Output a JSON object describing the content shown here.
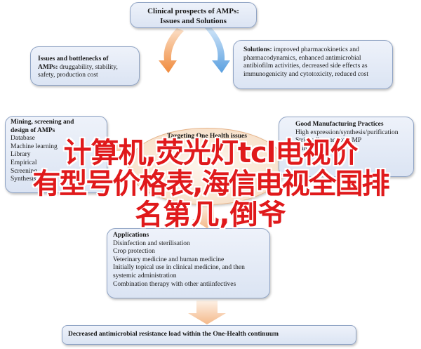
{
  "top": {
    "title": "Clinical prospects of AMPs:",
    "subtitle": "Issues and Solutions"
  },
  "issues": {
    "title": "Issues and bottlenecks of",
    "lead": "AMPs:",
    "rest": " druggability, stability,",
    "line3": "safety, production cost"
  },
  "solutions": {
    "lead": "Solutions:",
    "rest": " improved pharmacokinetics and",
    "lines": [
      "pharmacodynamics, enhanced antimicrobial",
      "antibiofilm activities, decreased side effects as",
      "immunogenicity and cytotoxicity, reduced cost"
    ]
  },
  "mining": {
    "title_1": "Mining, screening and",
    "title_2": "design of AMPs",
    "lines": [
      "Database",
      "Machine learning",
      "Library",
      "Empirical",
      "Screening",
      "Synthesis"
    ]
  },
  "onehealth": {
    "title": "Targeting One Health issues"
  },
  "good": {
    "title": "Good Manufacturing Practices",
    "lines": [
      "High expression/synthesis/purification",
      "Strict adherence to GMP",
      "Clinical trials"
    ]
  },
  "applications": {
    "title": "Applications",
    "lines": [
      "Disinfection and sterilisation",
      "Crop protection",
      "Veterinary medicine and human medicine",
      "Initially topical use in clinical medicine, and then",
      "systemic administration",
      "Combination therapy with other antiinfectives"
    ]
  },
  "bottom": {
    "title": "Decreased antimicrobial resistance load within the One-Health continuum"
  },
  "overlay": {
    "line1": "计算机,荧光灯tcl电视价",
    "line2": "有型号价格表,海信电视全国排",
    "line3": "名第几,倒爷"
  },
  "colors": {
    "box_fill": "#dbe4f3",
    "box_border": "#8fa3c4",
    "arrow_orange": "#f08a3c",
    "arrow_blue": "#5aa0e0",
    "overlay_red": "#e0191b"
  }
}
